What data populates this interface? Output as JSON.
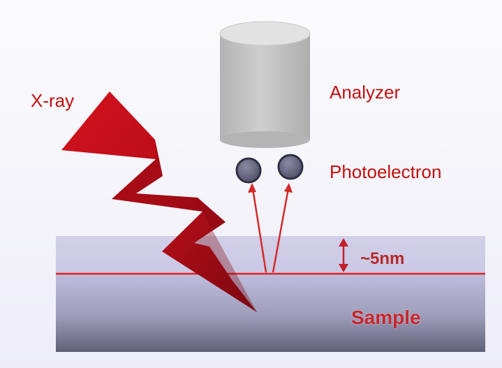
{
  "labels": {
    "xray": "X-ray",
    "analyzer": "Analyzer",
    "photoelectron": "Photoelectron",
    "depth": "~5nm",
    "sample": "Sample"
  },
  "colors": {
    "label_red": "#c21010",
    "bolt_red": "#c8101c",
    "bolt_dark": "#7a0a0e",
    "surface_line": "#e02020",
    "analyzer_gray": "#bdbdbd",
    "sample_top": "#c9c7e4",
    "sample_bottom": "#5e5e78"
  }
}
